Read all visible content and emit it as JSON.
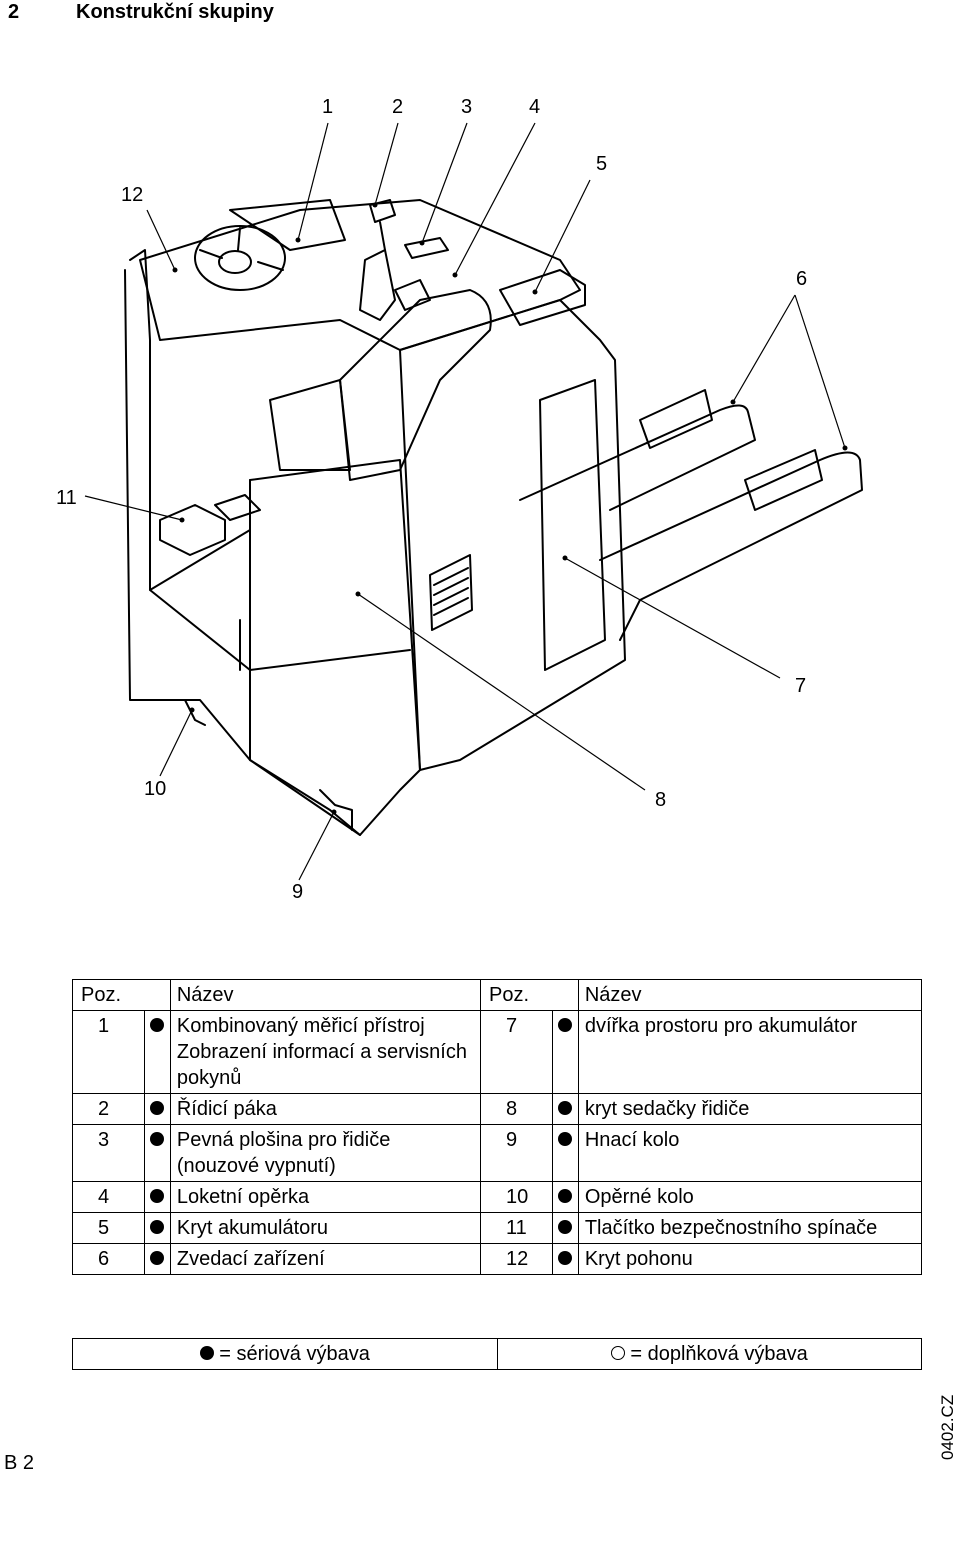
{
  "section": {
    "number": "2",
    "title": "Konstrukční skupiny"
  },
  "callouts": [
    "1",
    "2",
    "3",
    "4",
    "5",
    "6",
    "7",
    "8",
    "9",
    "10",
    "11",
    "12"
  ],
  "table": {
    "headers": {
      "pos": "Poz.",
      "name": "Název"
    },
    "rows": [
      {
        "left": {
          "no": "1",
          "name": "Kombinovaný měřicí přístroj Zobrazení informací a servisních pokynů"
        },
        "right": {
          "no": "7",
          "name": "dvířka prostoru pro akumulátor"
        }
      },
      {
        "left": {
          "no": "2",
          "name": "Řídicí páka"
        },
        "right": {
          "no": "8",
          "name": "kryt sedačky řidiče"
        }
      },
      {
        "left": {
          "no": "3",
          "name": "Pevná plošina pro řidiče (nouzové vypnutí)"
        },
        "right": {
          "no": "9",
          "name": "Hnací kolo"
        }
      },
      {
        "left": {
          "no": "4",
          "name": "Loketní opěrka"
        },
        "right": {
          "no": "10",
          "name": "Opěrné kolo"
        }
      },
      {
        "left": {
          "no": "5",
          "name": "Kryt akumulátoru"
        },
        "right": {
          "no": "11",
          "name": "Tlačítko bezpečnostního spínače"
        }
      },
      {
        "left": {
          "no": "6",
          "name": "Zvedací zařízení"
        },
        "right": {
          "no": "12",
          "name": "Kryt pohonu"
        }
      }
    ]
  },
  "legend": {
    "series": "= sériová výbava",
    "optional": "= doplňková výbava"
  },
  "doc_code": "0402.CZ",
  "page_id": "B 2"
}
